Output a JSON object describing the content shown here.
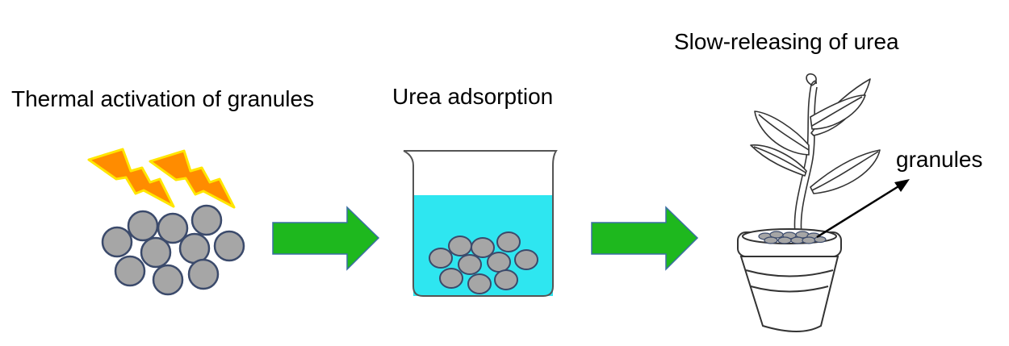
{
  "steps": [
    {
      "label": "Thermal activation of granules"
    },
    {
      "label": "Urea adsorption"
    },
    {
      "label": "Slow-releasing of urea"
    }
  ],
  "annotation": {
    "label": "granules"
  },
  "colors": {
    "granule_fill": "#a6a6a6",
    "granule_stroke": "#3b4a6b",
    "lightning_fill": "#ff8c00",
    "lightning_stroke": "#ffe600",
    "arrow_fill": "#1eb81e",
    "arrow_stroke": "#3b6ea5",
    "water_fill": "#2ee6f0"
  }
}
